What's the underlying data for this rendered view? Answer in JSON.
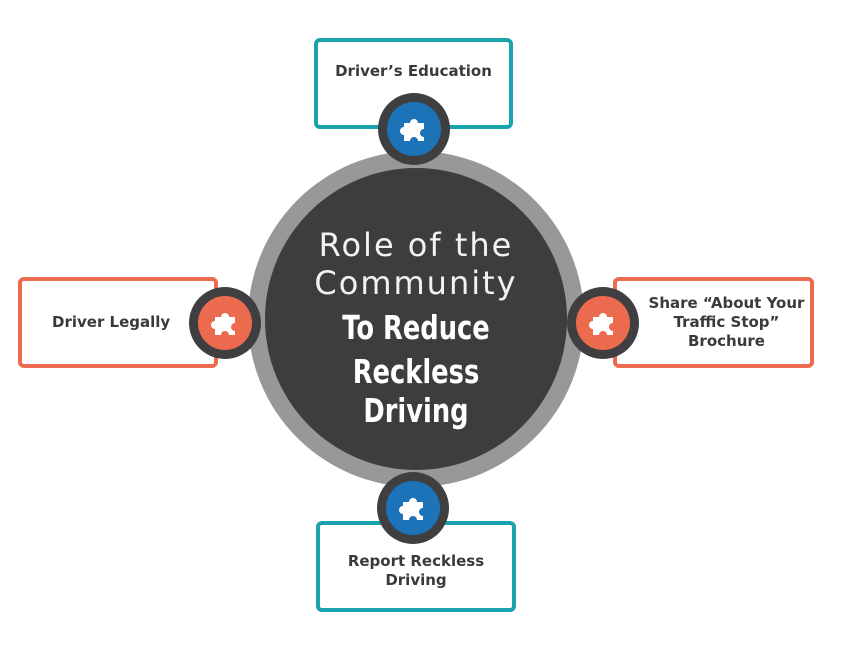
{
  "diagram": {
    "center": {
      "line1": "Role of the",
      "line2": "Community",
      "line3": "To Reduce",
      "line4": "Reckless Driving"
    },
    "items": [
      {
        "position": "top",
        "label": "Driver’s Education",
        "color": "#1aa3ad",
        "icon": "puzzle-piece-icon"
      },
      {
        "position": "left",
        "label": "Driver Legally",
        "color": "#ec6a4e",
        "icon": "puzzle-piece-icon"
      },
      {
        "position": "right",
        "label": "Share “About Your\nTraffic Stop”\nBrochure",
        "color": "#ec6a4e",
        "icon": "puzzle-piece-icon"
      },
      {
        "position": "bottom",
        "label": "Report Reckless\nDriving",
        "color": "#1aa3ad",
        "icon": "puzzle-piece-icon"
      }
    ],
    "colors": {
      "teal": "#1aa3ad",
      "coral": "#ec6a4e",
      "blue": "#1d73b8",
      "hub_dark": "#3d3d40",
      "hub_ring": "#98989b"
    }
  }
}
